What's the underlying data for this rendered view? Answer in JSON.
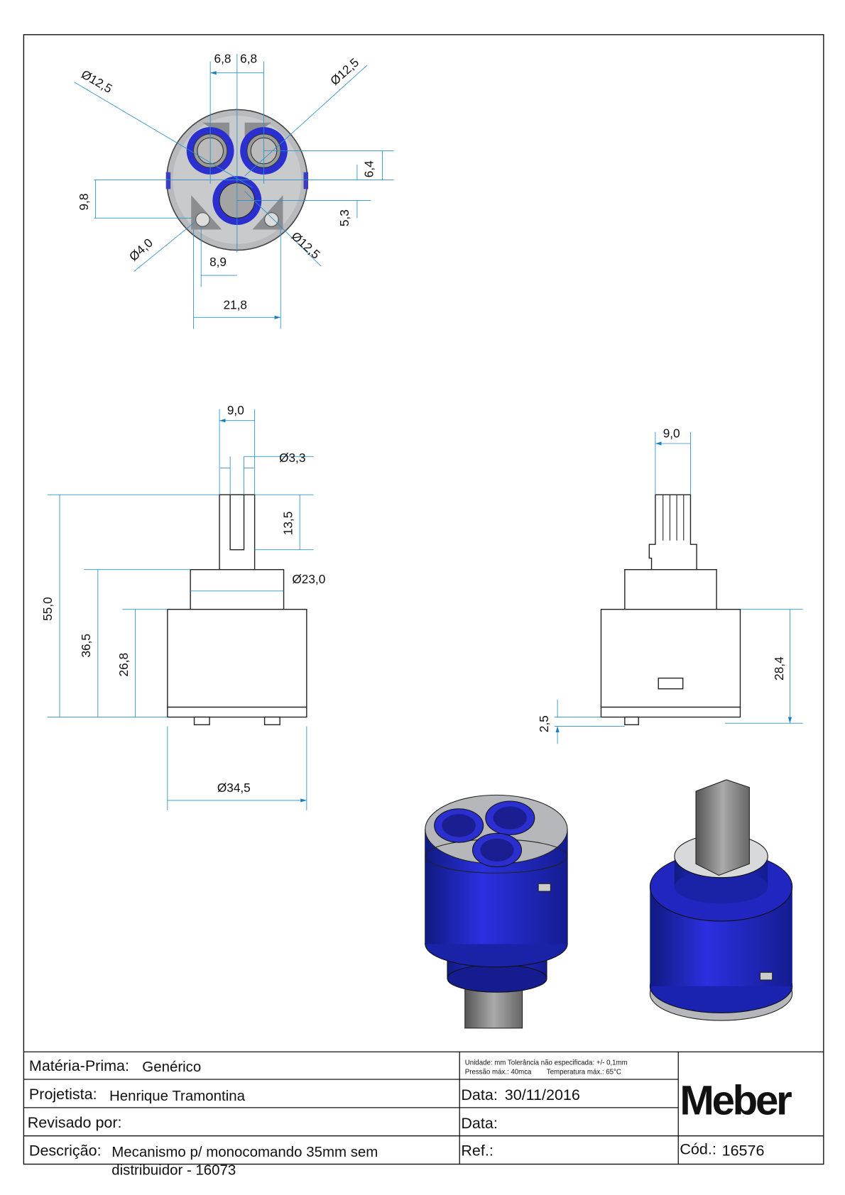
{
  "dimensions": {
    "top_view": {
      "d_left": "Ø12,5",
      "d_right": "Ø12,5",
      "d_bottom": "Ø12,5",
      "w1": "6,8",
      "w2": "6,8",
      "h_right_top": "6,4",
      "h_right_bottom": "5,3",
      "h_left": "9,8",
      "d_pin": "Ø4,0",
      "w_pin": "8,9",
      "w_total": "21,8"
    },
    "front_view": {
      "stem_w": "9,0",
      "stem_d": "Ø3,3",
      "stem_h": "13,5",
      "upper_d": "Ø23,0",
      "total_h": "55,0",
      "h_upper": "36,5",
      "h_body": "26,8",
      "body_d": "Ø34,5"
    },
    "side_view": {
      "stem_w": "9,0",
      "h_body": "28,4",
      "base_h": "2,5"
    }
  },
  "title_block": {
    "material_label": "Matéria-Prima:",
    "material_value": "Genérico",
    "designer_label": "Projetista:",
    "designer_value": "Henrique Tramontina",
    "reviewed_label": "Revisado por:",
    "description_label": "Descrição:",
    "description_line1": "Mecanismo p/ monocomando 35mm sem",
    "description_line2": "distribuidor - 16073",
    "notes_line1": "Unidade: mm Tolerância não especificada: +/- 0,1mm",
    "notes_line2": "Pressão máx.: 40mca        Temperatura máx.: 65°C",
    "date_label": "Data:",
    "date_value": "30/11/2016",
    "date2_label": "Data:",
    "ref_label": "Ref.:",
    "logo": "Meber",
    "code_label": "Cód.:",
    "code_value": "16576"
  },
  "colors": {
    "dimension": "#2a90c8",
    "part_blue": "#2b2fd0",
    "part_gray": "#a9abae"
  }
}
